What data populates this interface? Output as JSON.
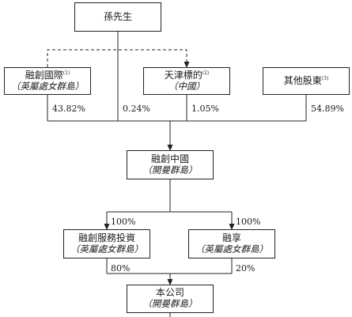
{
  "entities": {
    "mr_sun": {
      "name": "孫先生"
    },
    "sunac_intl": {
      "name": "融創國際",
      "note": "(1)",
      "jurisdiction": "（英屬處女群島）"
    },
    "tianjin": {
      "name": "天津標的",
      "note": "(2)",
      "jurisdiction": "（中國）"
    },
    "other_holders": {
      "name": "其他股東",
      "note": "(3)"
    },
    "sunac_china": {
      "name": "融創中國",
      "jurisdiction": "（開曼群島）"
    },
    "sunac_services_invest": {
      "name": "融創服務投資",
      "jurisdiction": "（英屬處女群島）"
    },
    "rongxiang": {
      "name": "融享",
      "jurisdiction": "（英屬處女群島）"
    },
    "company": {
      "name": "本公司",
      "jurisdiction": "（開曼群島）"
    }
  },
  "percentages": {
    "sunac_intl": "43.82%",
    "mr_sun_direct": "0.24%",
    "tianjin": "1.05%",
    "other_holders": "54.89%",
    "sunac_services_invest": "100%",
    "rongxiang": "100%",
    "company_by_services_invest": "80%",
    "company_by_rongxiang": "20%"
  },
  "colors": {
    "line": "#222222",
    "box_border": "#222222",
    "text": "#1a1a1a"
  }
}
